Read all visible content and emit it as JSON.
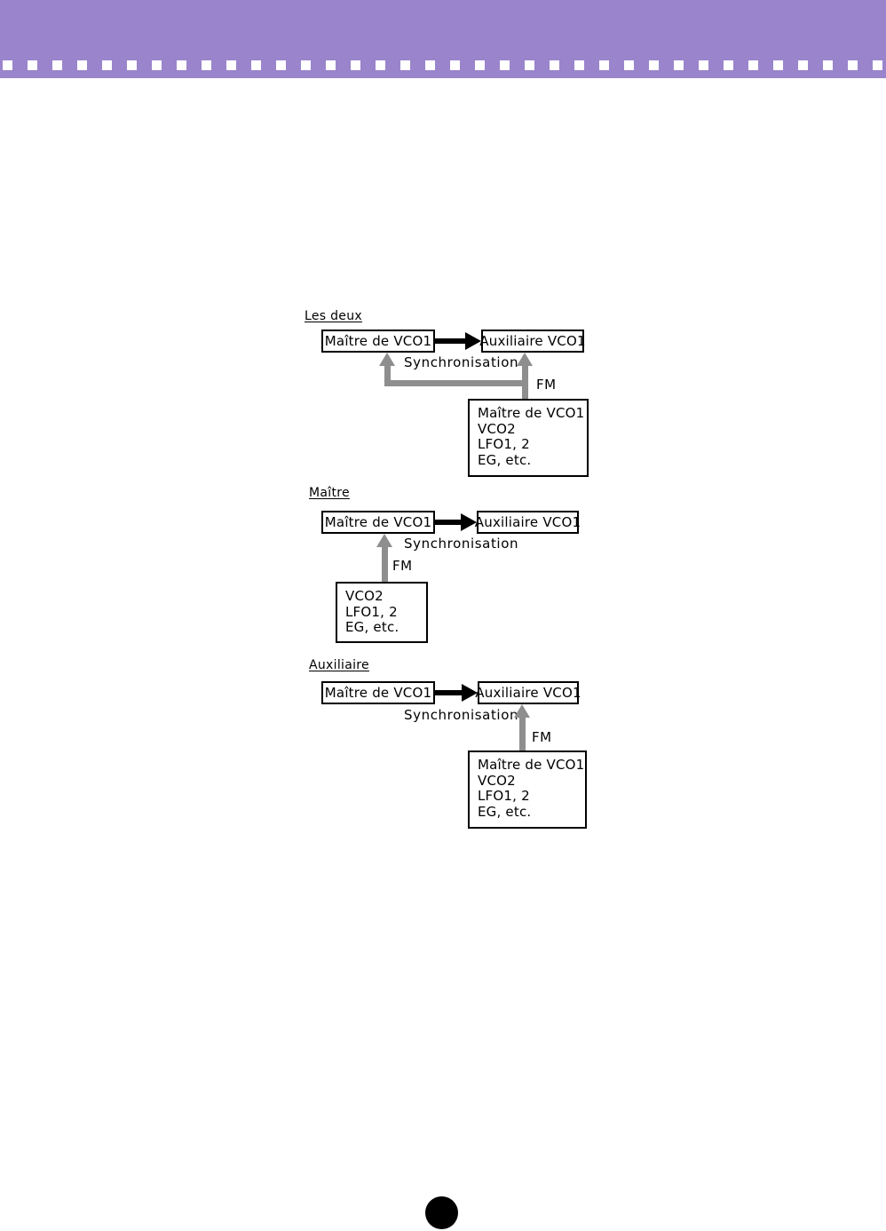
{
  "header": {
    "band_color": "#9a84cb",
    "dash_color": "#ffffff"
  },
  "colors": {
    "box_border": "#000000",
    "fm_arrow_gray": "#8e8e8e",
    "sync_arrow_black": "#000000",
    "page_dot": "#000000"
  },
  "diagrams": [
    {
      "title": "Les deux",
      "master_label": "Maître de VCO1",
      "aux_label": "Auxiliaire VCO1",
      "sync_label": "Synchronisation",
      "fm_label": "FM",
      "source_lines": [
        "Maître de VCO1",
        "VCO2",
        "LFO1, 2",
        "EG, etc."
      ]
    },
    {
      "title": "Maître",
      "master_label": "Maître de VCO1",
      "aux_label": "Auxiliaire VCO1",
      "sync_label": "Synchronisation",
      "fm_label": "FM",
      "source_lines": [
        "VCO2",
        "LFO1, 2",
        "EG, etc."
      ]
    },
    {
      "title": "Auxiliaire",
      "master_label": "Maître de VCO1",
      "aux_label": "Auxiliaire VCO1",
      "sync_label": "Synchronisation",
      "fm_label": "FM",
      "source_lines": [
        "Maître de VCO1",
        "VCO2",
        "LFO1, 2",
        "EG, etc."
      ]
    }
  ]
}
